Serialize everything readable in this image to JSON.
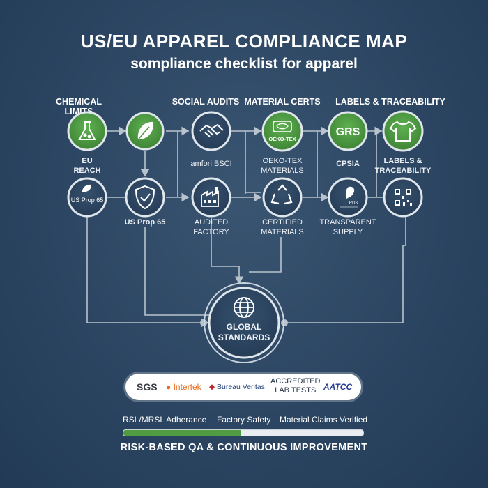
{
  "title": "US/EU APPAREL COMPLIANCE MAP",
  "subtitle": "sompliance checklist for apparel",
  "columns": [
    "CHEMICAL LIMITS",
    "SOCIAL AUDITS",
    "MATERIAL CERTS",
    "LABELS & TRACEABILITY"
  ],
  "nodes": {
    "eu_reach": "EU\nREACH",
    "us_prop65_left": "US Prop 65",
    "us_prop65": "US Prop 65",
    "amfori": "amfori BSCI",
    "audited_factory": "AUDITED FACTORY",
    "oekotex_badge": "OEKO-TEX",
    "oekotex": "OEKO-TEX\nMATERIALS",
    "certified": "CERTIFIED\nMATERIALS",
    "grs_badge": "GRS",
    "cpsia": "CPSIA",
    "rds_badge": "RDS",
    "transparent": "TRANSPARENT\nSUPPLY",
    "labels": "LABELS &\nTRACEABILITY",
    "global": "GLOBAL\nSTANDARDS"
  },
  "partners": {
    "sgs": "SGS",
    "intertek": "Intertek",
    "bureau_veritas": "Bureau Veritas",
    "accredited": "ACCREDITED\nLAB TESTS",
    "aatcc": "AATCC"
  },
  "metrics": [
    "RSL/MRSL Adherance",
    "Factory Safety",
    "Material Claims Verified"
  ],
  "progress": 0.49,
  "footer": "RISK-BASED QA & CONTINUOUS IMPROVEMENT",
  "colors": {
    "green": "#4f9c42",
    "ring": "#dfe6ec",
    "line": "#b9c3cd",
    "dark": "#23384f"
  }
}
